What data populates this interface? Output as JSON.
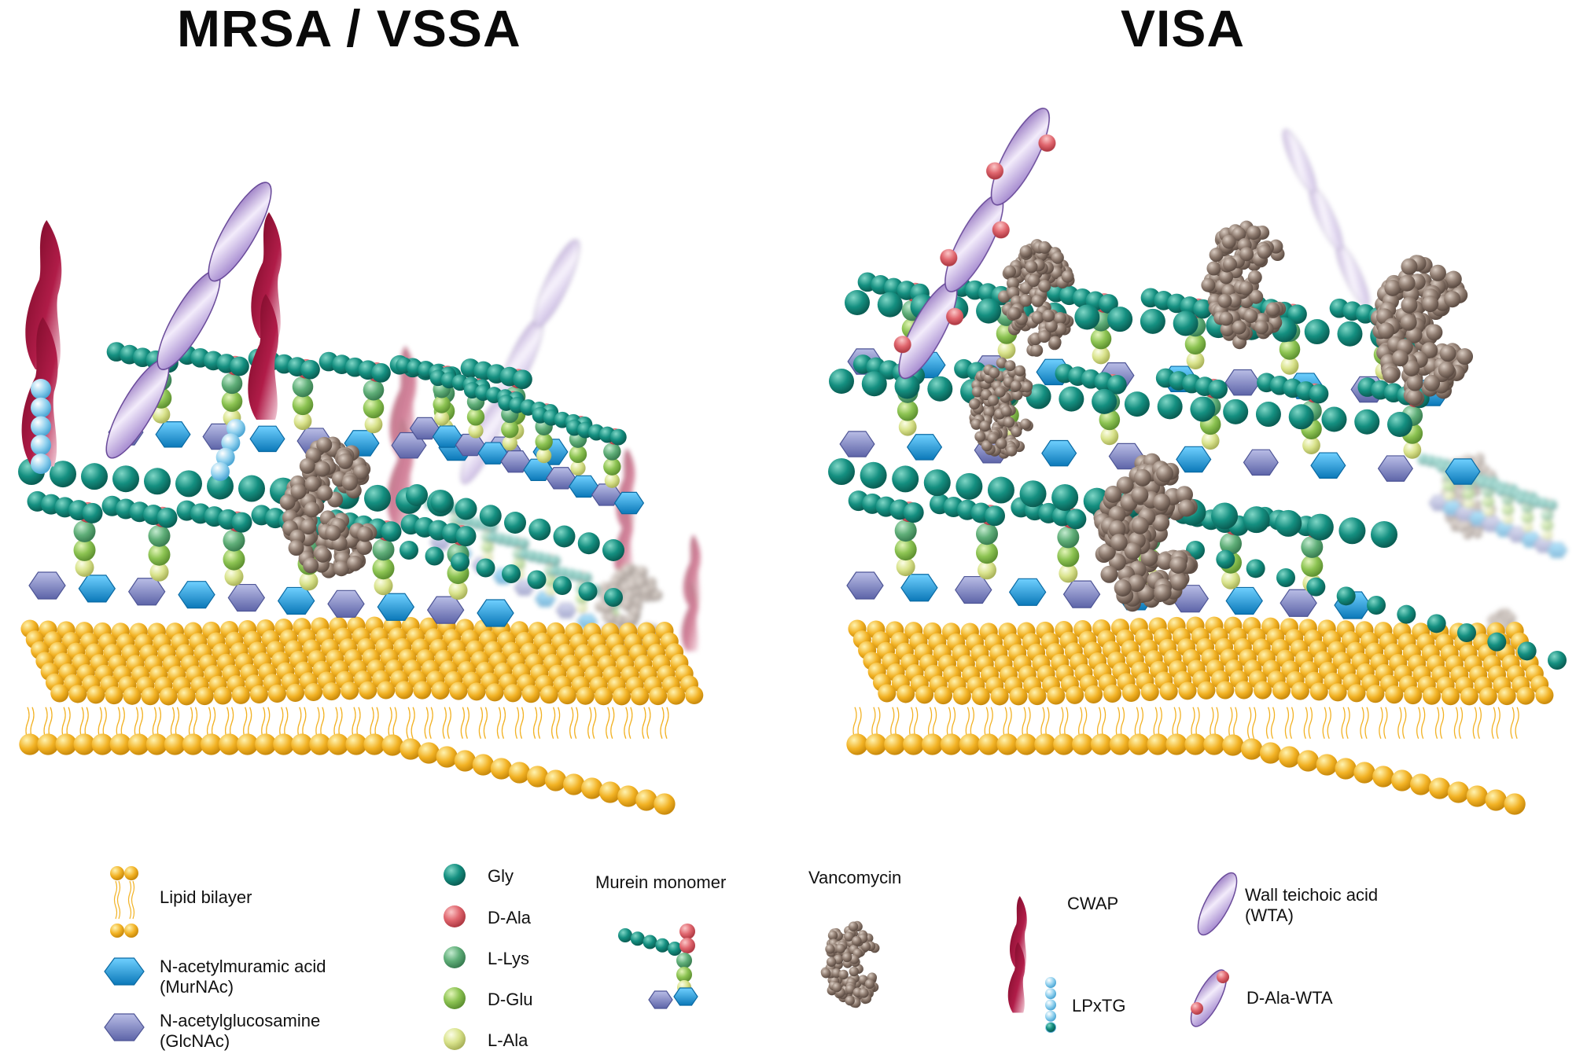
{
  "titles": {
    "left": "MRSA / VSSA",
    "right": "VISA"
  },
  "colors": {
    "gly": "#148f80",
    "d_ala": "#e0666e",
    "l_lys": "#5fae78",
    "d_glu": "#8cc352",
    "l_ala": "#d9e38c",
    "murnac": "#1a9ad6",
    "glcnac": "#7f86c4",
    "lipid": "#f2b224",
    "vancomycin": "#8f7c70",
    "cwap": "#8c1030",
    "wta": "#9b7dc5",
    "lpxtg": "#8fd0ee"
  },
  "legend": {
    "lipid_bilayer": "Lipid bilayer",
    "murnac_line1": "N-acetylmuramic acid",
    "murnac_line2": "(MurNAc)",
    "glcnac_line1": "N-acetylglucosamine",
    "glcnac_line2": "(GlcNAc)",
    "gly": "Gly",
    "d_ala": "D-Ala",
    "l_lys": "L-Lys",
    "d_glu": "D-Glu",
    "l_ala": "L-Ala",
    "murein_monomer": "Murein monomer",
    "vancomycin": "Vancomycin",
    "cwap": "CWAP",
    "lpxtg": "LPxTG",
    "wta_line1": "Wall teichoic acid",
    "wta_line2": "(WTA)",
    "d_ala_wta": "D-Ala-WTA"
  }
}
